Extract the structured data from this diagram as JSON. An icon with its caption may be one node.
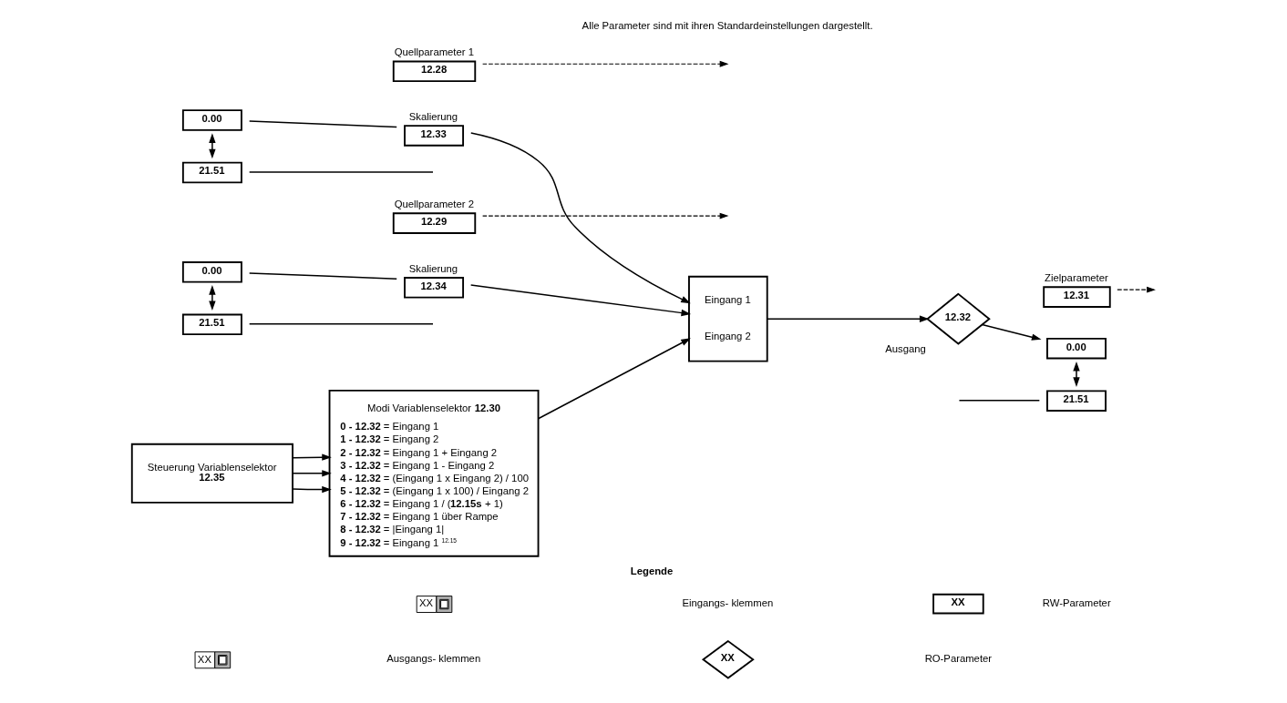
{
  "diagram": {
    "nodes": [
      {
        "text": [
          "12.28"
        ],
        "beside": [
          "Quellparameter 1"
        ]
      },
      {
        "text": [
          "0.00"
        ]
      },
      {
        "text": [
          "21.51"
        ]
      },
      {
        "text": [
          "12.33"
        ],
        "beside": [
          "Skalierung"
        ]
      },
      {
        "text": [
          "12.29"
        ],
        "beside": [
          "Quellparameter 2"
        ]
      },
      {
        "text": [
          "0.00"
        ]
      },
      {
        "text": [
          "21.51"
        ]
      },
      {
        "text": [
          "12.34"
        ],
        "beside": [
          "Skalierung"
        ]
      },
      {
        "text": [
          "Eingang 1",
          "Eingang 2"
        ]
      },
      {
        "text": [
          "12.32"
        ],
        "beside": [
          "Ausgang"
        ]
      },
      {
        "text": [
          "12.31"
        ],
        "beside": [
          "Zielparameter"
        ]
      },
      {
        "text": [
          "0.00"
        ]
      },
      {
        "text": [
          "21.51"
        ]
      },
      {
        "text": [
          "Modi Variablenselektor **12.30**",
          "**0 - 12.32** = Eingang 1",
          "**1 - 12.32** = Eingang 2",
          "**2 - 12.32** = Eingang 1 + Eingang 2",
          "**3 - 12.32** = Eingang 1 - Eingang 2",
          "**4 - 12.32** = (Eingang 1 x Eingang 2) / 100",
          "**5 - 12.32** = (Eingang 1 x 100) / Eingang 2",
          "**6 - 12.32** = Eingang 1 / (**12.15s** + 1)",
          "**7 - 12.32** = Eingang 1 über Rampe",
          "**8 - 12.32** = |Eingang 1|",
          "**9 - 12.32** = Eingang 1 $^{12.15}$"
        ]
      },
      {
        "text": [
          "Steuerung Variablenselektor",
          "12.35"
        ]
      }
    ],
    "edges": [
      {
        "from": 0,
        "to": null,
        "arrow": "to",
        "style": "dashed"
      },
      {
        "from": 1,
        "to": 2,
        "arrow": "both"
      },
      {
        "from": 1,
        "to": 3,
        "arrow": "none"
      },
      {
        "from": 2,
        "to": null,
        "arrow": "none"
      },
      {
        "from": 3,
        "to": 8,
        "arrow": "to"
      },
      {
        "from": 4,
        "to": null,
        "arrow": "to",
        "style": "dashed"
      },
      {
        "from": 5,
        "to": 6,
        "arrow": "both"
      },
      {
        "from": 5,
        "to": 7,
        "arrow": "none"
      },
      {
        "from": 6,
        "to": null,
        "arrow": "none"
      },
      {
        "from": 7,
        "to": 8,
        "arrow": "to"
      },
      {
        "from": 8,
        "to": 9,
        "arrow": "to"
      },
      {
        "from": 9,
        "to": 11,
        "arrow": "to"
      },
      {
        "from": 10,
        "to": null,
        "arrow": "to",
        "style": "dashed"
      },
      {
        "from": 11,
        "to": 12,
        "arrow": "both"
      },
      {
        "from": null,
        "to": 12,
        "arrow": "none"
      },
      {
        "from": 13,
        "to": 8,
        "arrow": "to"
      },
      {
        "from": 14,
        "to": 13,
        "arrow": "to"
      },
      {
        "from": 14,
        "to": 13,
        "arrow": "to"
      },
      {
        "from": 14,
        "to": 13,
        "arrow": "to"
      }
    ],
    "labels": [
      "Legende",
      "XX",
      "XX",
      "XX",
      "XX",
      "Alle Parameter sind mit ihren Standardeinstellungen dargestellt."
    ],
    "legend": [
      {
        "text": "Eingangs- klemmen"
      },
      {
        "text": "RW-Parameter"
      },
      {
        "text": "Ausgangs- klemmen"
      },
      {
        "text": "RO-Parameter"
      }
    ]
  }
}
